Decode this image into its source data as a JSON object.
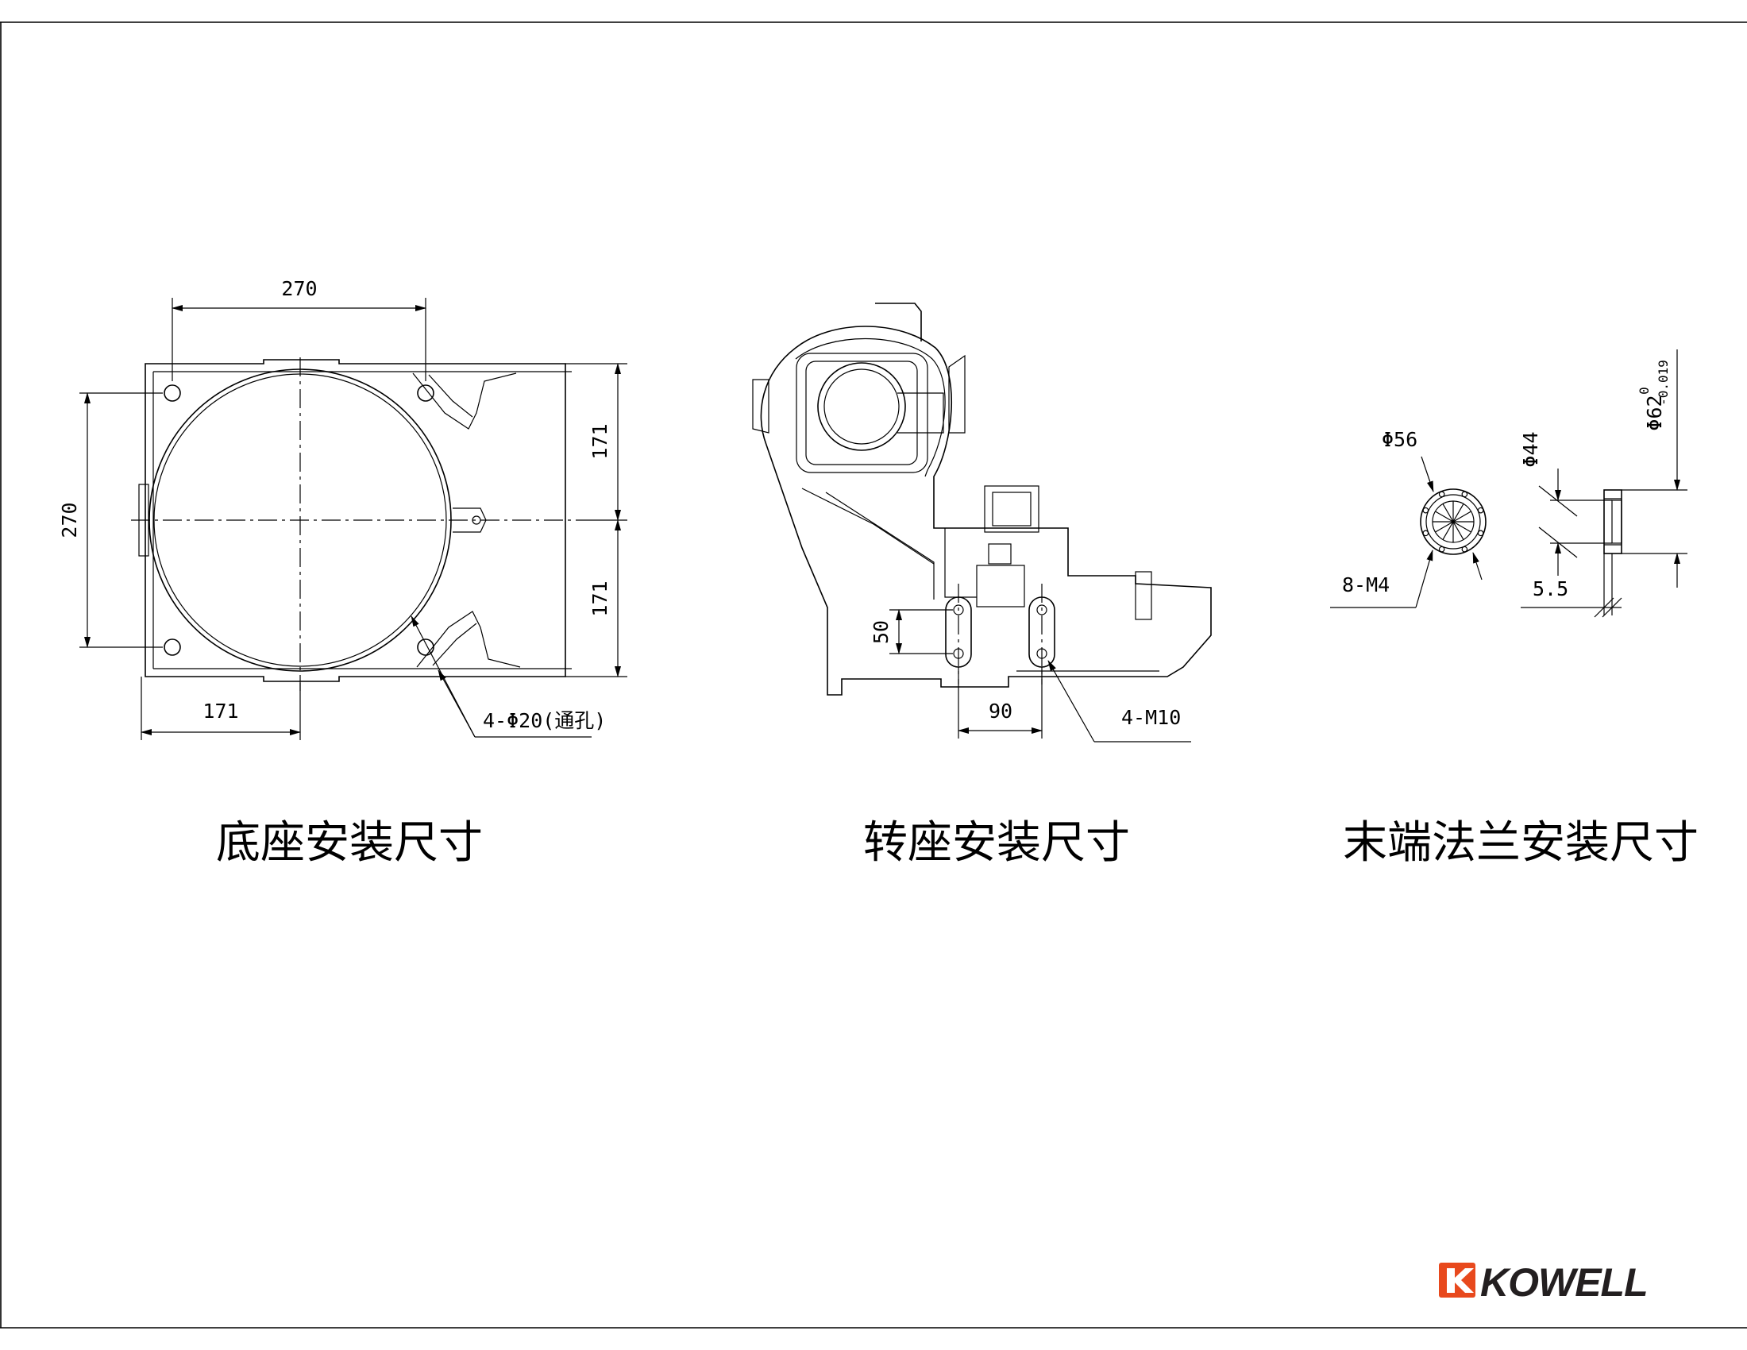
{
  "views": {
    "base": {
      "caption": "底座安装尺寸",
      "dim_top": "270",
      "dim_left": "270",
      "dim_right_upper": "171",
      "dim_right_lower": "171",
      "dim_bottom": "171",
      "holes_label": "4-Φ20(通孔)"
    },
    "turret": {
      "caption": "转座安装尺寸",
      "dim_height": "50",
      "dim_width": "90",
      "holes_label": "4-M10"
    },
    "flange": {
      "caption": "末端法兰安装尺寸",
      "dim_pcd": "Φ56",
      "dim_holes": "8-M4",
      "dim_bore": "Φ44",
      "dim_outer": "Φ62",
      "tol_upper": "0",
      "tol_lower": "-0.019",
      "dim_depth": "5.5"
    }
  },
  "brand": {
    "name": "KOWELL",
    "accent": "#e8491d"
  }
}
